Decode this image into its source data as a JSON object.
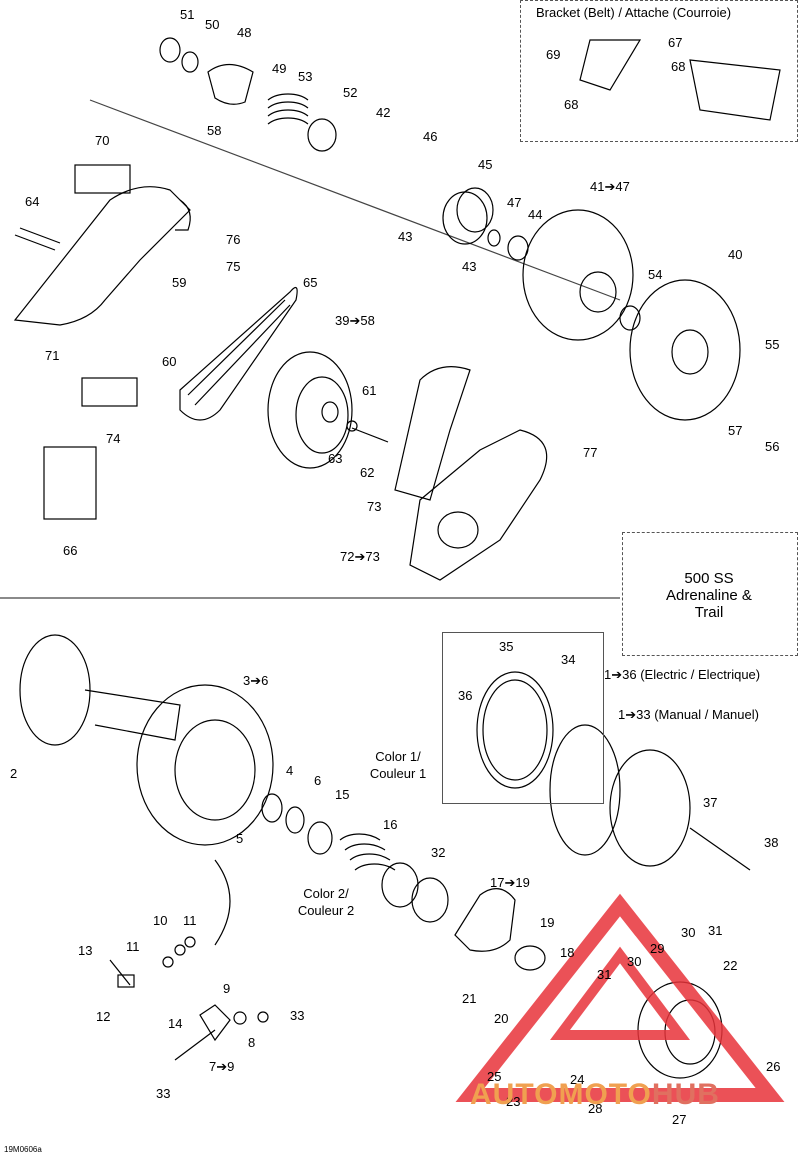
{
  "bracket_box": {
    "title": "Bracket (Belt) / Attache (Courroie)"
  },
  "model_box": {
    "lines": [
      "500 SS",
      "Adrenaline &",
      "Trail"
    ]
  },
  "notes": {
    "electric": "1➔36 (Electric / Electrique)",
    "manual": "1➔33 (Manual / Manuel)",
    "color1": [
      "Color 1/",
      "Couleur 1"
    ],
    "color2": [
      "Color 2/",
      "Couleur 2"
    ]
  },
  "callouts": [
    "51",
    "50",
    "48",
    "49",
    "53",
    "52",
    "42",
    "46",
    "45",
    "47",
    "44",
    "41➔47",
    "40",
    "54",
    "55",
    "57",
    "56",
    "58",
    "43",
    "43",
    "70",
    "64",
    "76",
    "75",
    "65",
    "59",
    "60",
    "39➔58",
    "61",
    "63",
    "62",
    "71",
    "74",
    "73",
    "77",
    "72➔73",
    "66",
    "67",
    "68",
    "69",
    "68",
    "35",
    "34",
    "36",
    "3➔6",
    "2",
    "4",
    "6",
    "15",
    "16",
    "5",
    "32",
    "17➔19",
    "19",
    "18",
    "37",
    "38",
    "10",
    "11",
    "11",
    "13",
    "12",
    "9",
    "14",
    "8",
    "33",
    "7➔9",
    "33",
    "21",
    "20",
    "31",
    "30",
    "30",
    "31",
    "29",
    "22",
    "25",
    "24",
    "23",
    "26",
    "28",
    "27"
  ],
  "watermark": {
    "text": "AUTOMOTOHUB",
    "part1": "AUTOMOTO",
    "part2": "HUB",
    "color1": "#f0a050",
    "color2": "#e07060"
  },
  "reference": "19M0606a",
  "colors": {
    "line": "#000000",
    "watermark_red": "#e8333a"
  }
}
